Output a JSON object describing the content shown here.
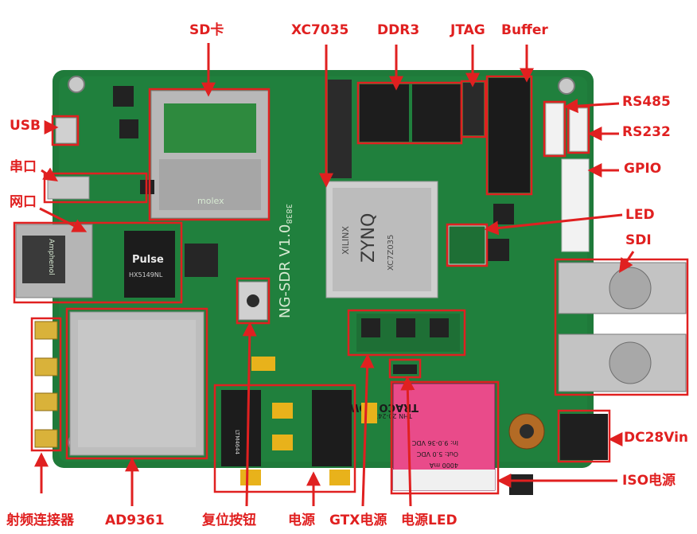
{
  "labels": {
    "sd_card": "SD卡",
    "fpga": "XC7035",
    "ddr3": "DDR3",
    "jtag": "JTAG",
    "buffer": "Buffer",
    "usb": "USB",
    "serial": "串口",
    "ethernet": "网口",
    "rs485": "RS485",
    "rs232": "RS232",
    "gpio": "GPIO",
    "led": "LED",
    "sdi": "SDI",
    "dc28vin": "DC28Vin",
    "iso_power": "ISO电源",
    "rf_connector": "射频连接器",
    "ad9361": "AD9361",
    "reset_button": "复位按钮",
    "power": "电源",
    "gtx_power": "GTX电源",
    "power_led": "电源LED"
  },
  "board_text": {
    "model": "NG-SDR V1.0",
    "chip_brand": "XILINX",
    "chip_family": "ZYNQ",
    "chip_part": "XC7Z035",
    "magnetics_brand": "Pulse",
    "magnetics_part": "HX5149NL",
    "sd_brand": "molex",
    "ltm_part": "LTM4644",
    "traco_brand": "TRACO POWER",
    "traco_model": "THN 20-2411WI",
    "traco_input": "In: 9.0-36 VDC",
    "traco_output": "Out: 5.0 VDC",
    "traco_current": "4000 mA",
    "eth_brand": "Amphenol",
    "board_id": "3838"
  },
  "colors": {
    "annotation": "#e02020",
    "pcb": "#1f7a3a",
    "pcb_dark": "#155c2b",
    "silkscreen": "#d7e9d2"
  }
}
